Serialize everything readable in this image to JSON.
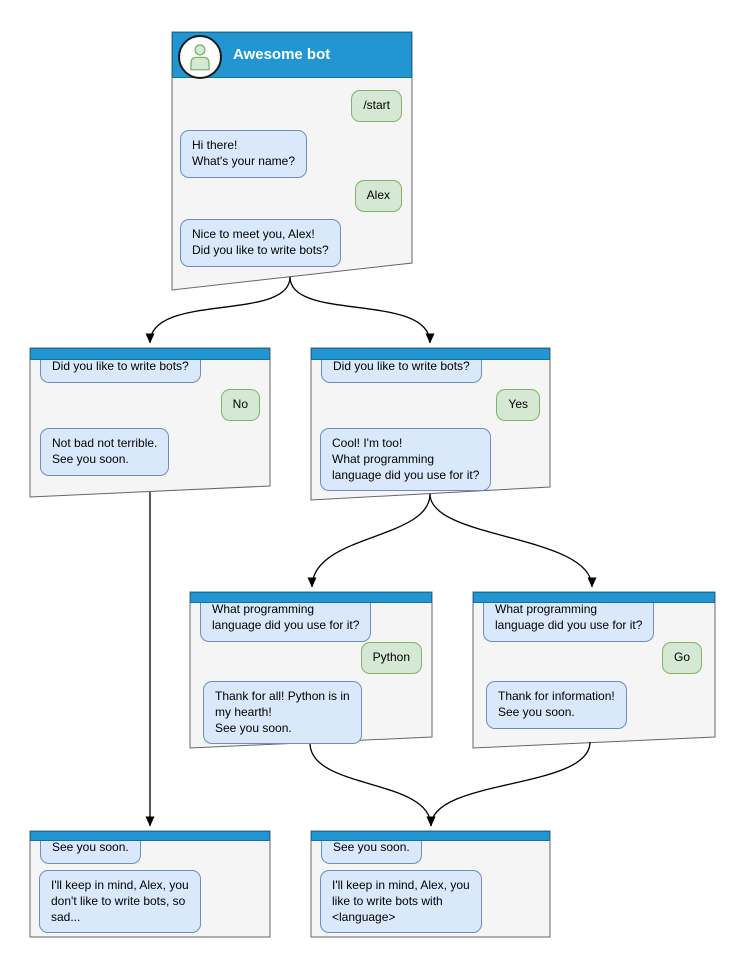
{
  "colors": {
    "header_blue": "#2196d3",
    "window_fill": "#f5f5f5",
    "window_border": "#666666",
    "bot_bubble_fill": "#dae8fc",
    "bot_bubble_border": "#6c8ebf",
    "user_bubble_fill": "#d5e8d4",
    "user_bubble_border": "#82b366",
    "title_text": "#ffffff",
    "arrow": "#000000"
  },
  "windows": [
    {
      "name": "main",
      "title": "Awesome bot",
      "avatar_icon": "person-icon",
      "messages": [
        {
          "from": "user",
          "text": "/start"
        },
        {
          "from": "bot",
          "text": "Hi there!\nWhat's your name?"
        },
        {
          "from": "user",
          "text": "Alex"
        },
        {
          "from": "bot",
          "text": "Nice to meet you, Alex!\nDid you like to write bots?"
        }
      ]
    },
    {
      "name": "branch-no",
      "messages": [
        {
          "from": "bot",
          "text": "Did you like to write bots?"
        },
        {
          "from": "user",
          "text": "No"
        },
        {
          "from": "bot",
          "text": "Not bad not terrible.\nSee you soon."
        }
      ]
    },
    {
      "name": "branch-yes",
      "messages": [
        {
          "from": "bot",
          "text": "Did you like to write bots?"
        },
        {
          "from": "user",
          "text": "Yes"
        },
        {
          "from": "bot",
          "text": "Cool! I'm too!\nWhat programming\nlanguage did you use for it?"
        }
      ]
    },
    {
      "name": "branch-python",
      "messages": [
        {
          "from": "bot",
          "text": "What programming\nlanguage did you use for it?"
        },
        {
          "from": "user",
          "text": "Python"
        },
        {
          "from": "bot",
          "text": "Thank for all! Python is in\nmy hearth!\nSee you soon."
        }
      ]
    },
    {
      "name": "branch-go",
      "messages": [
        {
          "from": "bot",
          "text": "What programming\nlanguage did you use for it?"
        },
        {
          "from": "user",
          "text": "Go"
        },
        {
          "from": "bot",
          "text": "Thank for information!\nSee you soon."
        }
      ]
    },
    {
      "name": "end-no",
      "messages": [
        {
          "from": "bot",
          "text": "See you soon."
        },
        {
          "from": "bot",
          "text": "I'll keep in mind, Alex, you\ndon't like to write bots, so\nsad..."
        }
      ]
    },
    {
      "name": "end-yes",
      "messages": [
        {
          "from": "bot",
          "text": "See you soon."
        },
        {
          "from": "bot",
          "text": "I'll keep in mind, Alex, you\nlike to write bots with\n<language>"
        }
      ]
    }
  ],
  "edges": [
    {
      "from": "main",
      "to": "branch-no"
    },
    {
      "from": "main",
      "to": "branch-yes"
    },
    {
      "from": "branch-yes",
      "to": "branch-python"
    },
    {
      "from": "branch-yes",
      "to": "branch-go"
    },
    {
      "from": "branch-no",
      "to": "end-no"
    },
    {
      "from": "branch-python",
      "to": "end-yes"
    },
    {
      "from": "branch-go",
      "to": "end-yes"
    }
  ]
}
